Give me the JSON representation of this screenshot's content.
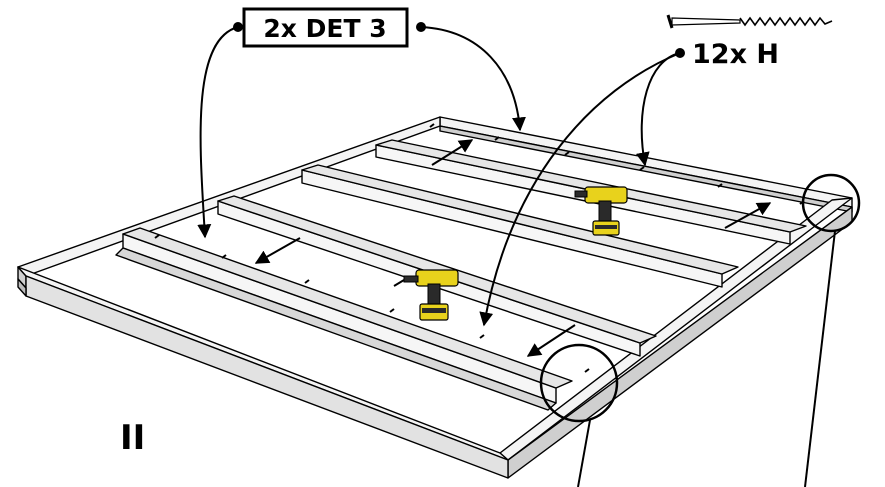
{
  "callouts": {
    "part_label": "2x DET 3",
    "screw_label": "12x H",
    "step_label": "II"
  },
  "icons": [
    "screw-icon",
    "drill-icon",
    "arrow-icon",
    "detail-circle-icon"
  ],
  "colors": {
    "line": "#000000",
    "wood_top": "#f4f4f4",
    "wood_side": "#cfcfcf",
    "drill_yellow": "#e8d21c",
    "drill_dark": "#2a2a2a"
  }
}
